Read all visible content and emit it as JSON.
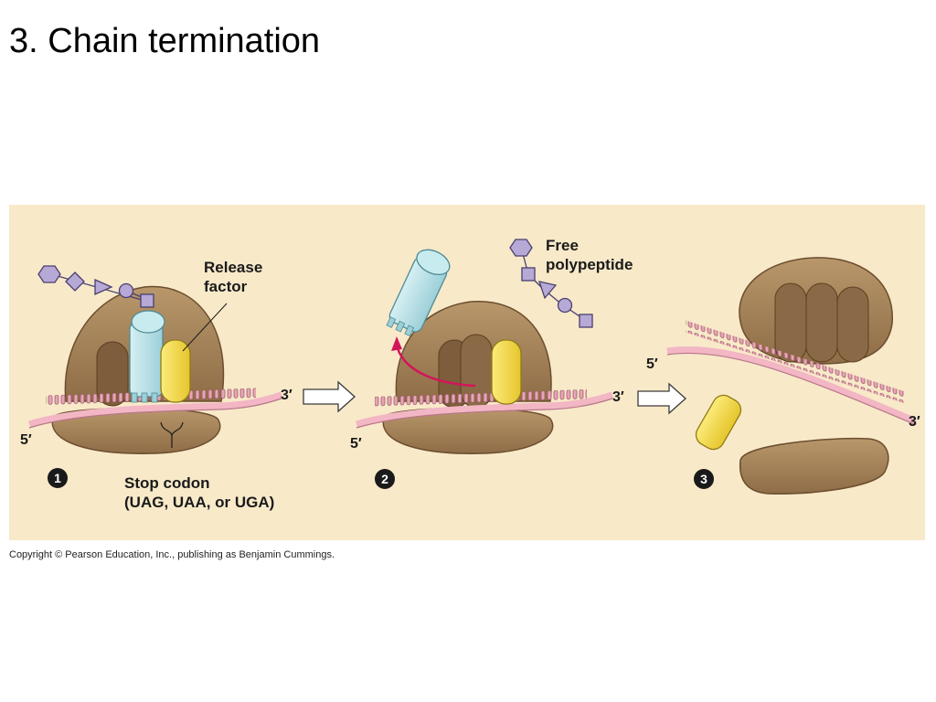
{
  "title": "3.  Chain termination",
  "labels": {
    "release_factor": [
      "Release",
      "factor"
    ],
    "free_polypeptide": [
      "Free",
      "polypeptide"
    ],
    "stop_codon": [
      "Stop codon",
      "(UAG, UAA, or UGA)"
    ]
  },
  "steps": {
    "one": "1",
    "two": "2",
    "three": "3"
  },
  "strand_ends": {
    "s1_three": "3′",
    "s1_five": "5′",
    "s2_three": "3′",
    "s2_five": "5′",
    "s3_five": "5′",
    "s3_three": "3′"
  },
  "copyright": "Copyright © Pearson Education, Inc., publishing as Benjamin Cummings.",
  "colors": {
    "panel_background": "#f8e9c9",
    "ribosome": "#a9875f",
    "trna": "#b9e0e6",
    "release_factor": "#f2d94a",
    "mrna": "#f2b6c4",
    "polypeptide": "#b7a9d6",
    "arrow_magenta": "#d4145a"
  },
  "icons": [
    "hexagon-icon",
    "diamond-icon",
    "triangle-icon",
    "circle-icon",
    "square-icon",
    "right-arrow-icon",
    "curved-arrow-icon"
  ]
}
